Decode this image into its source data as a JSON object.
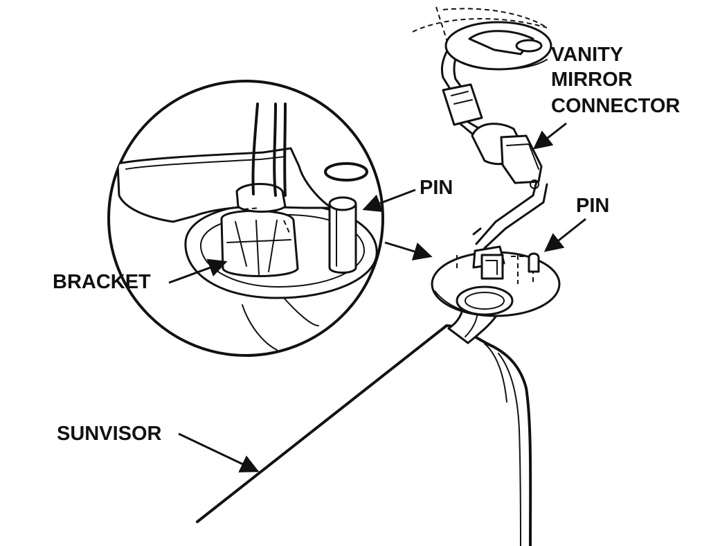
{
  "labels": {
    "vanity_mirror_connector": [
      "VANITY",
      "MIRROR",
      "CONNECTOR"
    ],
    "pin_detail": "PIN",
    "pin_main": "PIN",
    "bracket": "BRACKET",
    "sunvisor": "SUNVISOR"
  },
  "colors": {
    "ink": "#111111",
    "paper": "#ffffff"
  }
}
